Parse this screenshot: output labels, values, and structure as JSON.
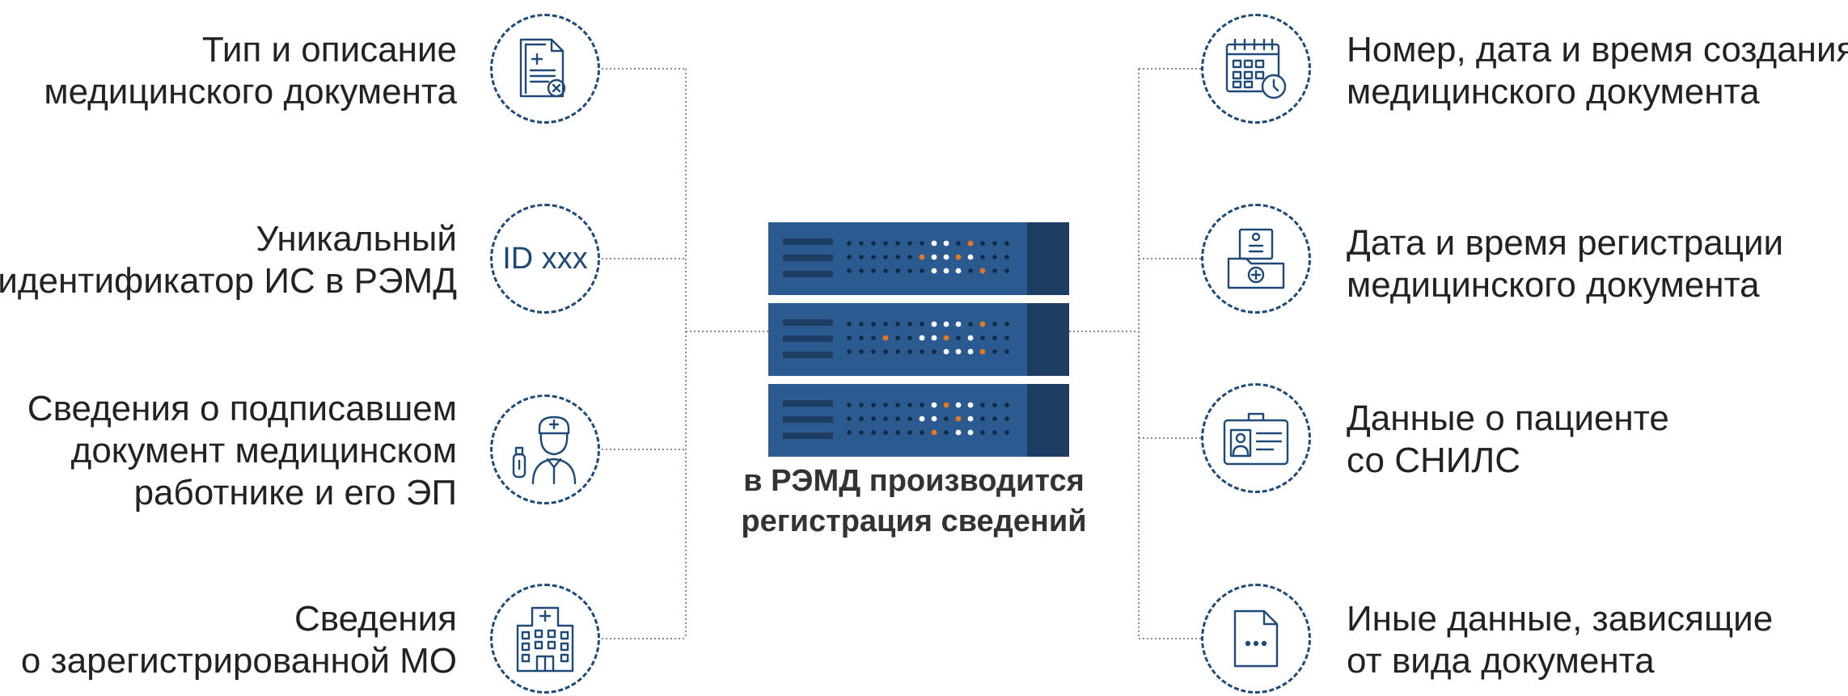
{
  "left_items": [
    {
      "lines": [
        "Тип и описание",
        "медицинского документа"
      ],
      "icon": "medical-document-icon"
    },
    {
      "lines": [
        "Уникальный",
        "идентификатор ИС в РЭМД"
      ],
      "icon_text": "ID xxx"
    },
    {
      "lines": [
        "Сведения о подписавшем",
        "документ медицинском",
        "работнике и его ЭП"
      ],
      "icon": "doctor-signature-icon"
    },
    {
      "lines": [
        "Сведения",
        "о зарегистрированной МО"
      ],
      "icon": "hospital-building-icon"
    }
  ],
  "right_items": [
    {
      "lines": [
        "Номер, дата и время создания",
        "медицинского документа"
      ],
      "icon": "calendar-clock-icon"
    },
    {
      "lines": [
        "Дата и время регистрации",
        "медицинского документа"
      ],
      "icon": "registration-folder-icon"
    },
    {
      "lines": [
        "Данные о пациенте",
        "со СНИЛС"
      ],
      "icon": "patient-id-card-icon"
    },
    {
      "lines": [
        "Иные данные, зависящие",
        "от вида документа"
      ],
      "icon": "generic-document-icon"
    }
  ],
  "center": {
    "caption_lines": [
      "в РЭМД производится",
      "регистрация сведений"
    ],
    "icon": "server-rack-icon"
  },
  "colors": {
    "icon_stroke": "#1f4a78",
    "server_body": "#2a5a8f",
    "server_dark": "#1d3d63",
    "server_accent": "#e87722",
    "connector": "#8a8a8a",
    "text": "#222222"
  }
}
